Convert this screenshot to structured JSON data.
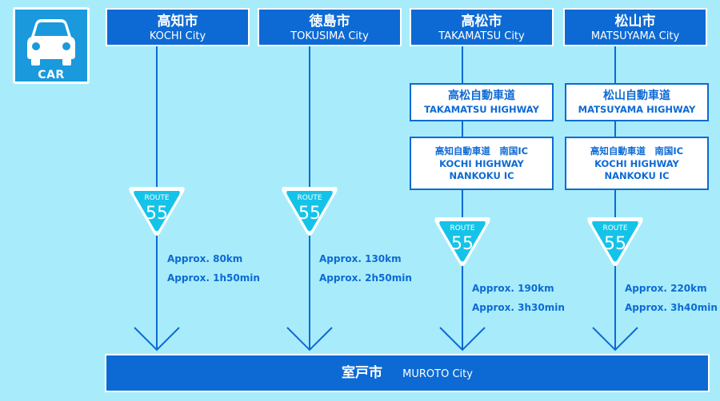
{
  "car": {
    "label": "CAR",
    "icon": "car-icon"
  },
  "origins": [
    {
      "jp": "高知市",
      "en": "KOCHI City",
      "route": {
        "label": "ROUTE",
        "number": "55"
      },
      "distance": "Approx. 80km",
      "time": "Approx. 1h50min"
    },
    {
      "jp": "徳島市",
      "en": "TOKUSIMA City",
      "route": {
        "label": "ROUTE",
        "number": "55"
      },
      "distance": "Approx. 130km",
      "time": "Approx. 2h50min"
    },
    {
      "jp": "高松市",
      "en": "TAKAMATSU City",
      "highway": {
        "jp": "高松自動車道",
        "en": "TAKAMATSU HIGHWAY"
      },
      "interchange": {
        "jp": "高知自動車道　南国IC",
        "en1": "KOCHI HIGHWAY",
        "en2": "NANKOKU IC"
      },
      "route": {
        "label": "ROUTE",
        "number": "55"
      },
      "distance": "Approx. 190km",
      "time": "Approx. 3h30min"
    },
    {
      "jp": "松山市",
      "en": "MATSUYAMA City",
      "highway": {
        "jp": "松山自動車道",
        "en": "MATSUYAMA HIGHWAY"
      },
      "interchange": {
        "jp": "高知自動車道　南国IC",
        "en1": "KOCHI HIGHWAY",
        "en2": "NANKOKU IC"
      },
      "route": {
        "label": "ROUTE",
        "number": "55"
      },
      "distance": "Approx. 220km",
      "time": "Approx. 3h40min"
    }
  ],
  "destination": {
    "jp": "室戸市",
    "en": "MUROTO City"
  },
  "colors": {
    "background": "#a8ecfb",
    "primary_blue": "#0d6ad4",
    "car_blue": "#1a99dd",
    "route_cyan": "#16c3e8"
  }
}
